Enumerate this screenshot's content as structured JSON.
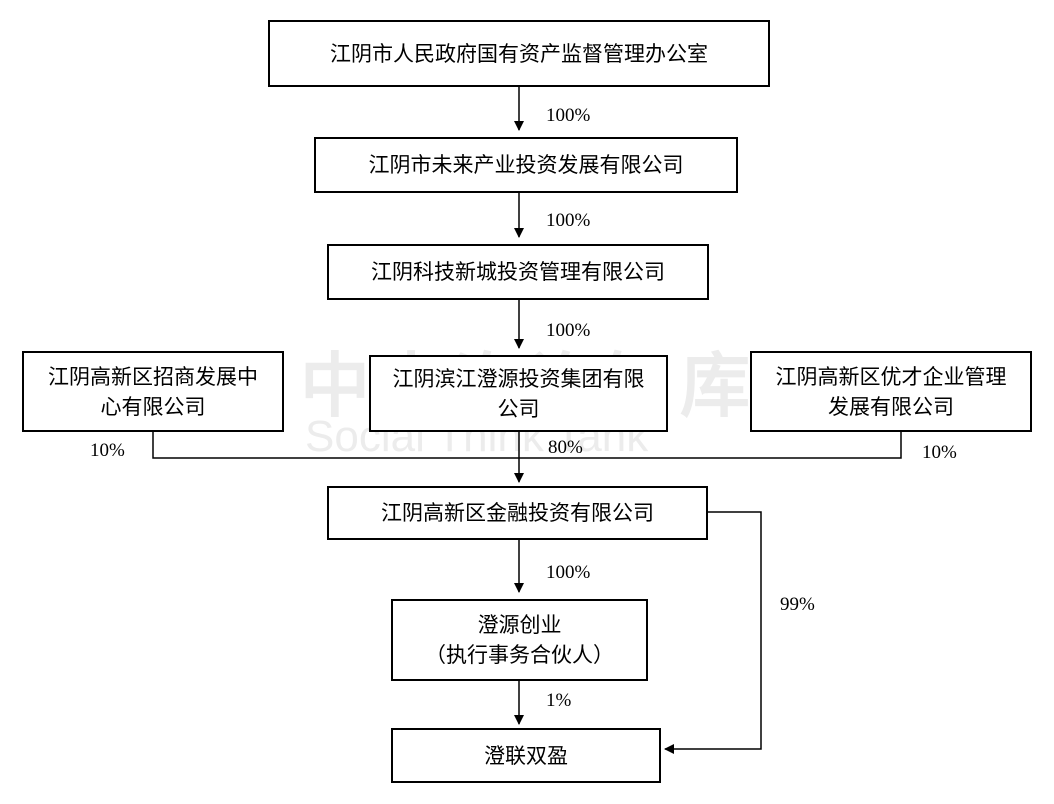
{
  "nodes": {
    "sasac": "江阴市人民政府国有资产监督管理办公室",
    "future": "江阴市未来产业投资发展有限公司",
    "tech": "江阴科技新城投资管理有限公司",
    "zhaoshang": "江阴高新区招商发展中心有限公司",
    "binjiang": "江阴滨江澄源投资集团有限公司",
    "youcai": "江阴高新区优才企业管理发展有限公司",
    "finance": "江阴高新区金融投资有限公司",
    "chengyuan_line1": "澄源创业",
    "chengyuan_line2": "（执行事务合伙人）",
    "chenglian": "澄联双盈"
  },
  "edges": {
    "sasac_future": "100%",
    "future_tech": "100%",
    "tech_binjiang": "100%",
    "zhaoshang_finance": "10%",
    "binjiang_finance": "80%",
    "youcai_finance": "10%",
    "finance_chengyuan": "100%",
    "finance_chenglian": "99%",
    "chengyuan_chenglian": "1%"
  },
  "watermark": {
    "logo_text": "中大咨询智库",
    "sub_text": "Social Think Tank"
  }
}
